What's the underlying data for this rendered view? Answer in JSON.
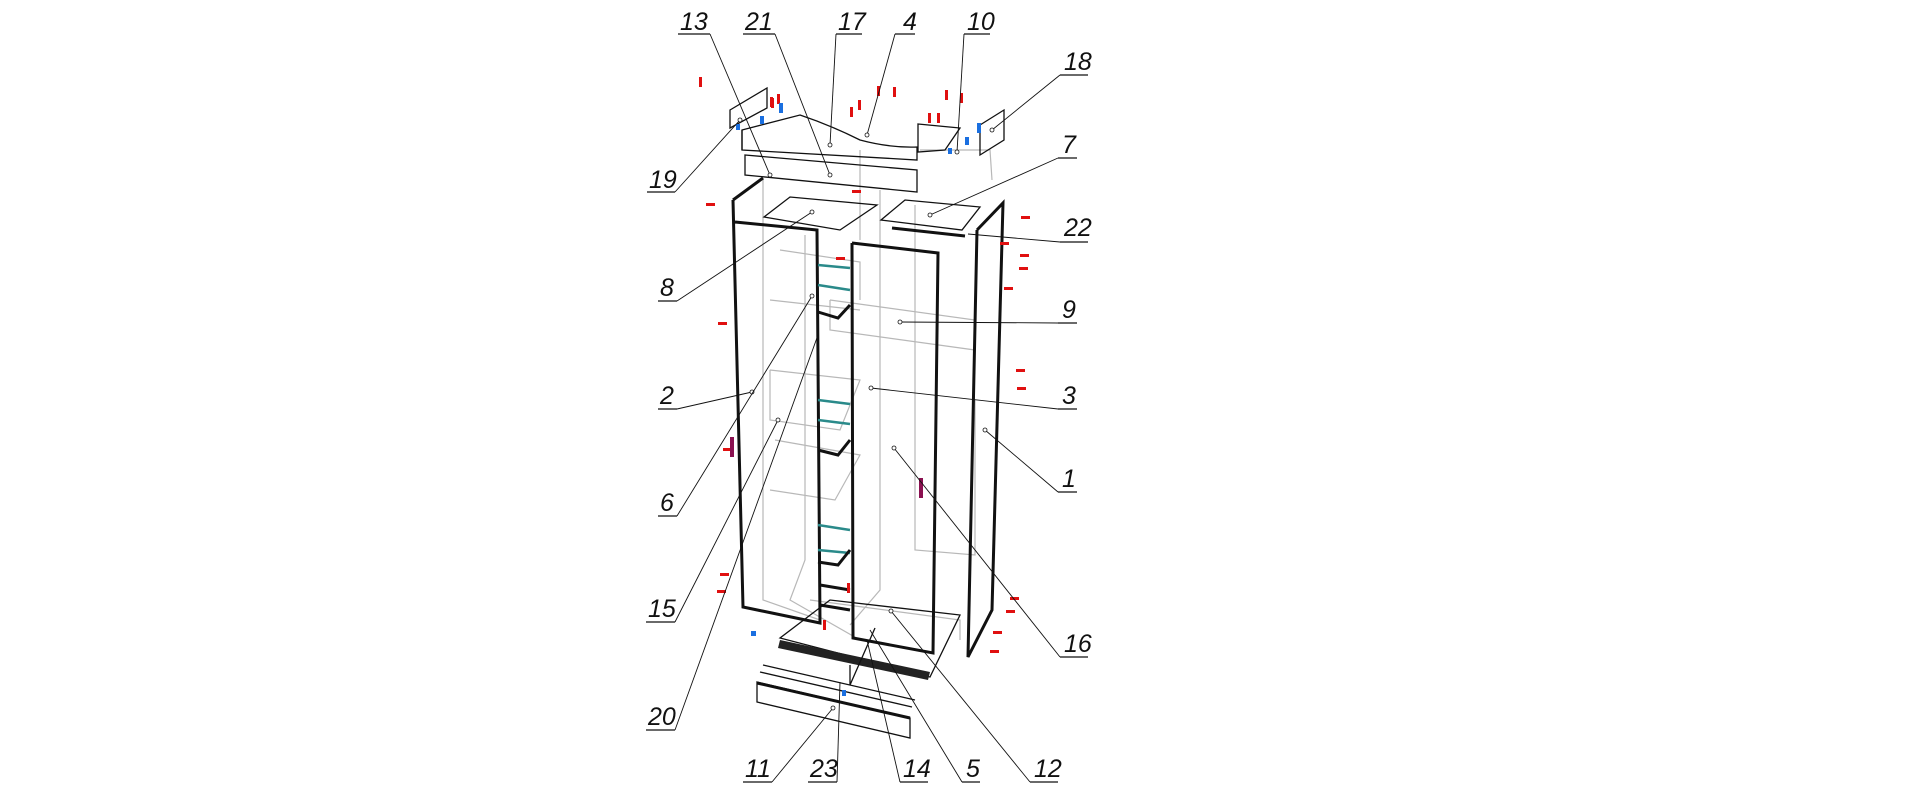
{
  "title": "Wardrobe exploded assembly diagram",
  "callouts": {
    "c13": "13",
    "c21": "21",
    "c17": "17",
    "c4": "4",
    "c10": "10",
    "c18": "18",
    "c19": "19",
    "c7": "7",
    "c22": "22",
    "c8": "8",
    "c9": "9",
    "c2": "2",
    "c3": "3",
    "c6": "6",
    "c1": "1",
    "c15": "15",
    "c16": "16",
    "c20": "20",
    "c11": "11",
    "c23": "23",
    "c14": "14",
    "c5": "5",
    "c12": "12"
  },
  "colors": {
    "fittings": "#e01010",
    "dowels": "#1a6fe0",
    "handles": "#8a1050",
    "glass": "#2a8a8a"
  }
}
